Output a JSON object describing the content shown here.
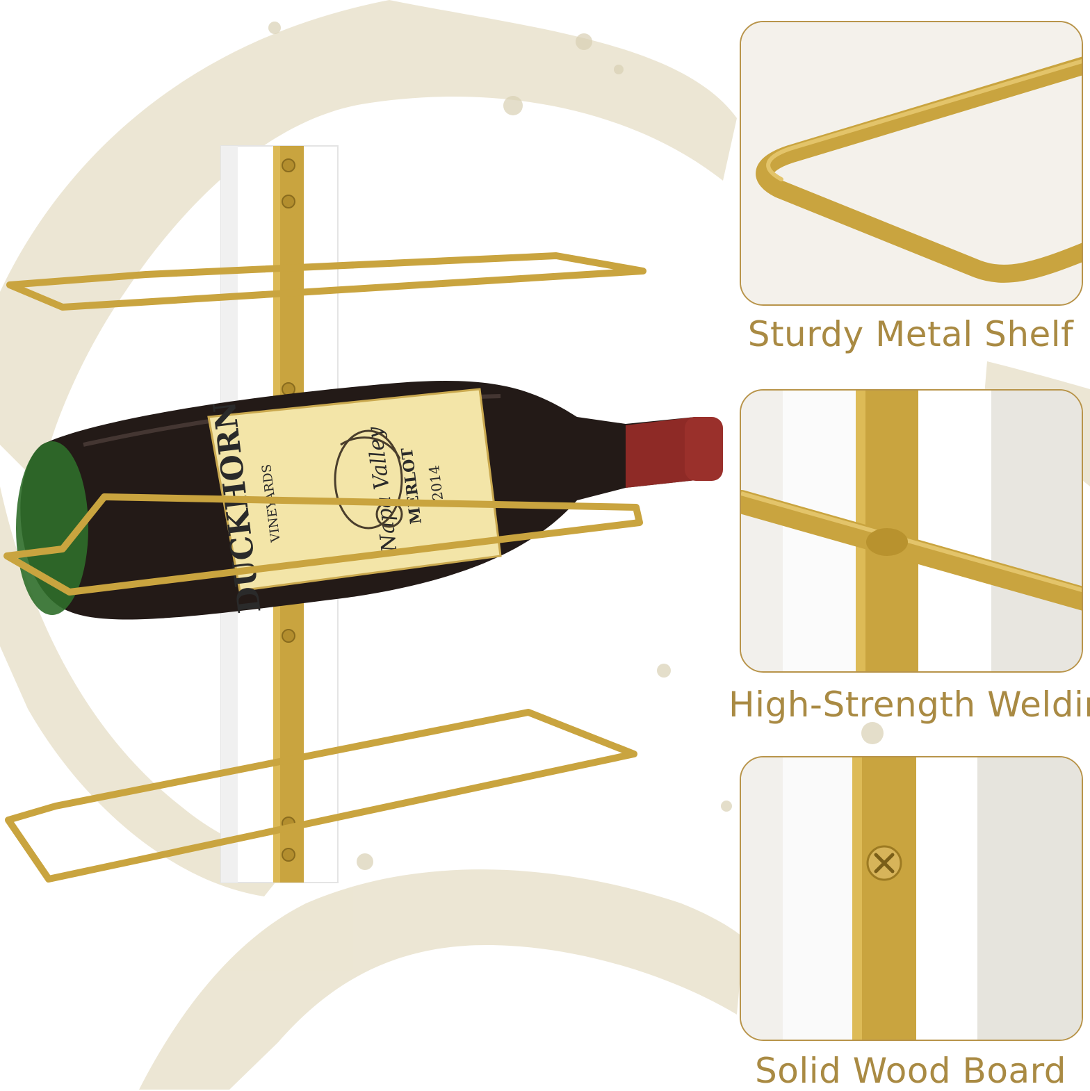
{
  "colors": {
    "gold": "#c9a43f",
    "gold_dark": "#9c7a22",
    "caption": "#a98a43",
    "panel_border": "#b8944a",
    "splash": "#e9e2cc",
    "bottle": "#231a17",
    "label": "#f3e5a8",
    "cap": "#8e2a26"
  },
  "bottle_label": {
    "brand": "DUCKHORN",
    "vineyards": "VINEYARDS",
    "region": "Napa Valley",
    "varietal": "MERLOT",
    "vintage": "2014"
  },
  "features": [
    {
      "caption": "Sturdy Metal Shelf",
      "icon": "shelf-corner-closeup"
    },
    {
      "caption": "High-Strength Welding",
      "icon": "weld-joint-closeup"
    },
    {
      "caption": "Solid Wood Board",
      "icon": "wood-board-screw-closeup"
    }
  ]
}
